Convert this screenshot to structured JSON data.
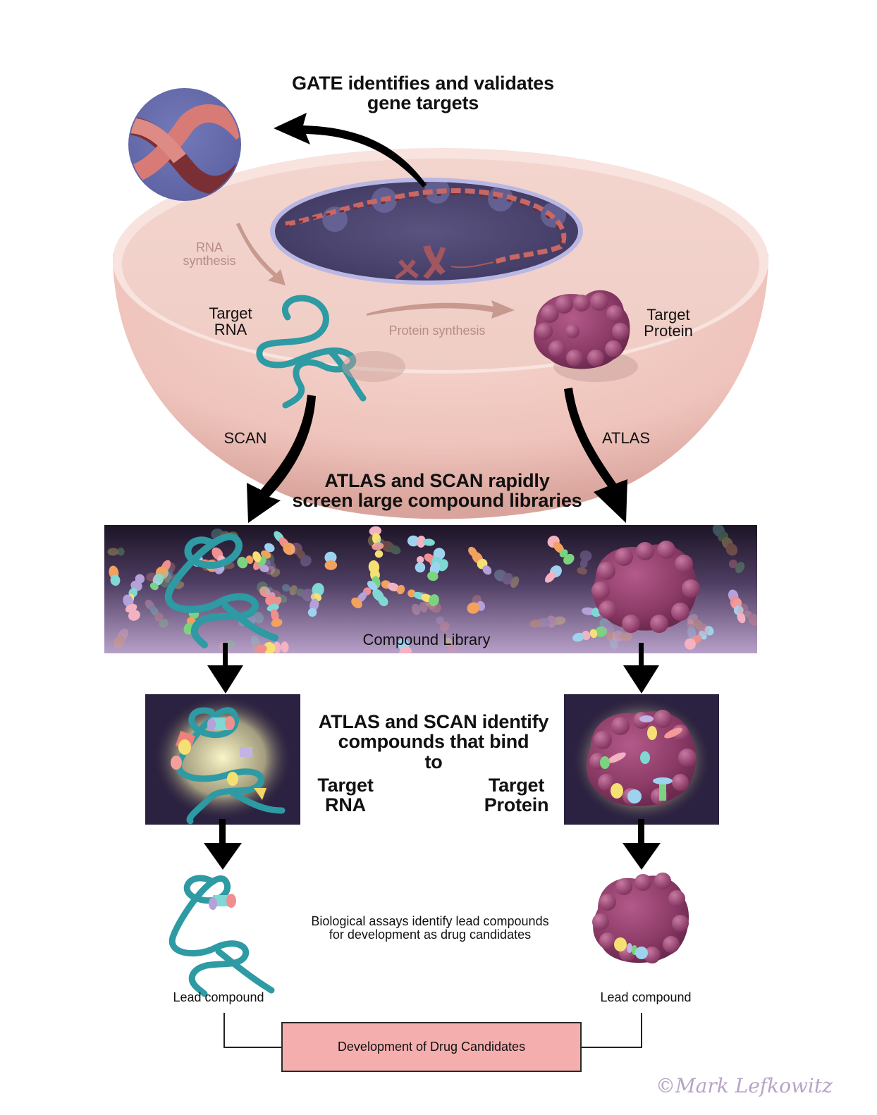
{
  "title": "GATE identifies and validates\ngene targets",
  "cell": {
    "rna_synthesis_label": "RNA\nsynthesis",
    "protein_synthesis_label": "Protein synthesis",
    "target_rna_label": "Target\nRNA",
    "target_protein_label": "Target\nProtein",
    "scan_label": "SCAN",
    "atlas_label": "ATLAS"
  },
  "screen_heading": "ATLAS and SCAN rapidly\nscreen large compound libraries",
  "library": {
    "label": "Compound Library"
  },
  "binding": {
    "heading": "ATLAS and SCAN identify\ncompounds that bind\nto",
    "left_target": "Target\nRNA",
    "right_target": "Target\nProtein"
  },
  "assay_text": "Biological assays identify lead compounds\nfor development as drug candidates",
  "lead": {
    "left_label": "Lead compound",
    "right_label": "Lead compound"
  },
  "development_box": "Development of Drug Candidates",
  "signature": "©Mark Lefkowitz",
  "colors": {
    "cell_pink": "#efc7bf",
    "cell_surface": "#f4d6cf",
    "nucleus": "#4d4670",
    "nucleus_rim": "#b9b7e3",
    "dna": "#d06d6a",
    "rna": "#2fa3ab",
    "protein": "#8e3b68",
    "library_dark": "#1e1629",
    "library_light": "#b9a2c9",
    "dev_box": "#f5aeae",
    "magnifier": "#6a6fb0"
  }
}
